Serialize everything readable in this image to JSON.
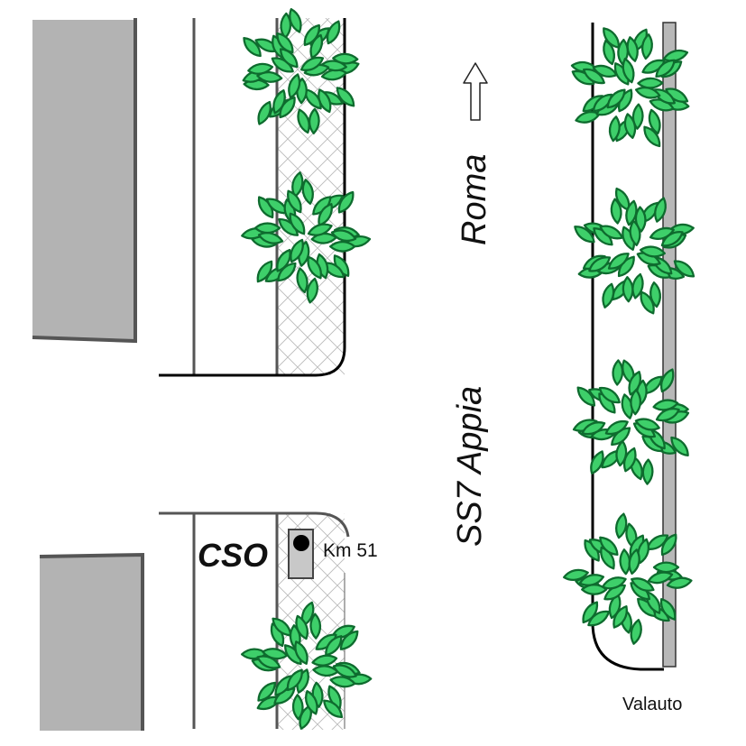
{
  "labels": {
    "direction": "Roma",
    "road": "SS7 Appia",
    "place": "CSO",
    "kilometer": "Km 51",
    "credit": "Valauto"
  },
  "colors": {
    "building": "#b3b3b3",
    "line": "#555555",
    "leaf_fill": "#3ecf6a",
    "leaf_stroke": "#0e6b2e",
    "hatch": "#bbbbbb",
    "post": "#c8c8c8"
  },
  "icons": {
    "arrow": "up-arrow-icon",
    "marker": "km-marker-icon",
    "tree": "tree-icon"
  }
}
